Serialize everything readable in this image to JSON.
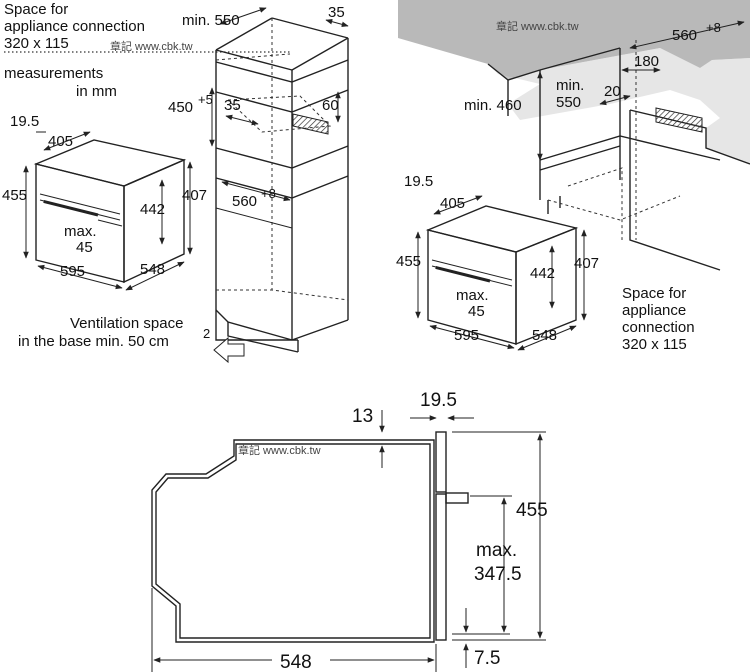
{
  "watermark": "章記 www.cbk.tw",
  "panel_a": {
    "space_label_1": "Space for",
    "space_label_2": "appliance connection",
    "space_label_3": "320 x 115",
    "measurements_1": "measurements",
    "measurements_2": "in mm",
    "d_min550": "min. 550",
    "d_35_top": "35",
    "d_450": "450",
    "d_450_tol": "+5",
    "d_35_mid": "35",
    "d_60": "60",
    "d_560": "560",
    "d_560_tol": "+8",
    "d_19_5": "19.5",
    "d_405": "405",
    "d_455": "455",
    "d_442": "442",
    "d_407": "407",
    "d_max": "max.",
    "d_45": "45",
    "d_595": "595",
    "d_548": "548",
    "vent_1": "Ventilation space",
    "vent_2": "in the base min. 50 cm",
    "vent_sup": "2"
  },
  "panel_b": {
    "d_560": "560",
    "d_560_tol": "+8",
    "d_180": "180",
    "d_min460": "min. 460",
    "d_min": "min.",
    "d_550": "550",
    "d_20": "20",
    "d_19_5": "19.5",
    "d_405": "405",
    "d_455": "455",
    "d_442": "442",
    "d_407": "407",
    "d_max": "max.",
    "d_45": "45",
    "d_595": "595",
    "d_548": "548",
    "space_1": "Space for",
    "space_2": "appliance",
    "space_3": "connection",
    "space_4": "320 x 115"
  },
  "panel_c": {
    "d_13": "13",
    "d_19_5": "19.5",
    "d_455": "455",
    "d_max": "max.",
    "d_347_5": "347.5",
    "d_548": "548",
    "d_7_5": "7.5"
  }
}
